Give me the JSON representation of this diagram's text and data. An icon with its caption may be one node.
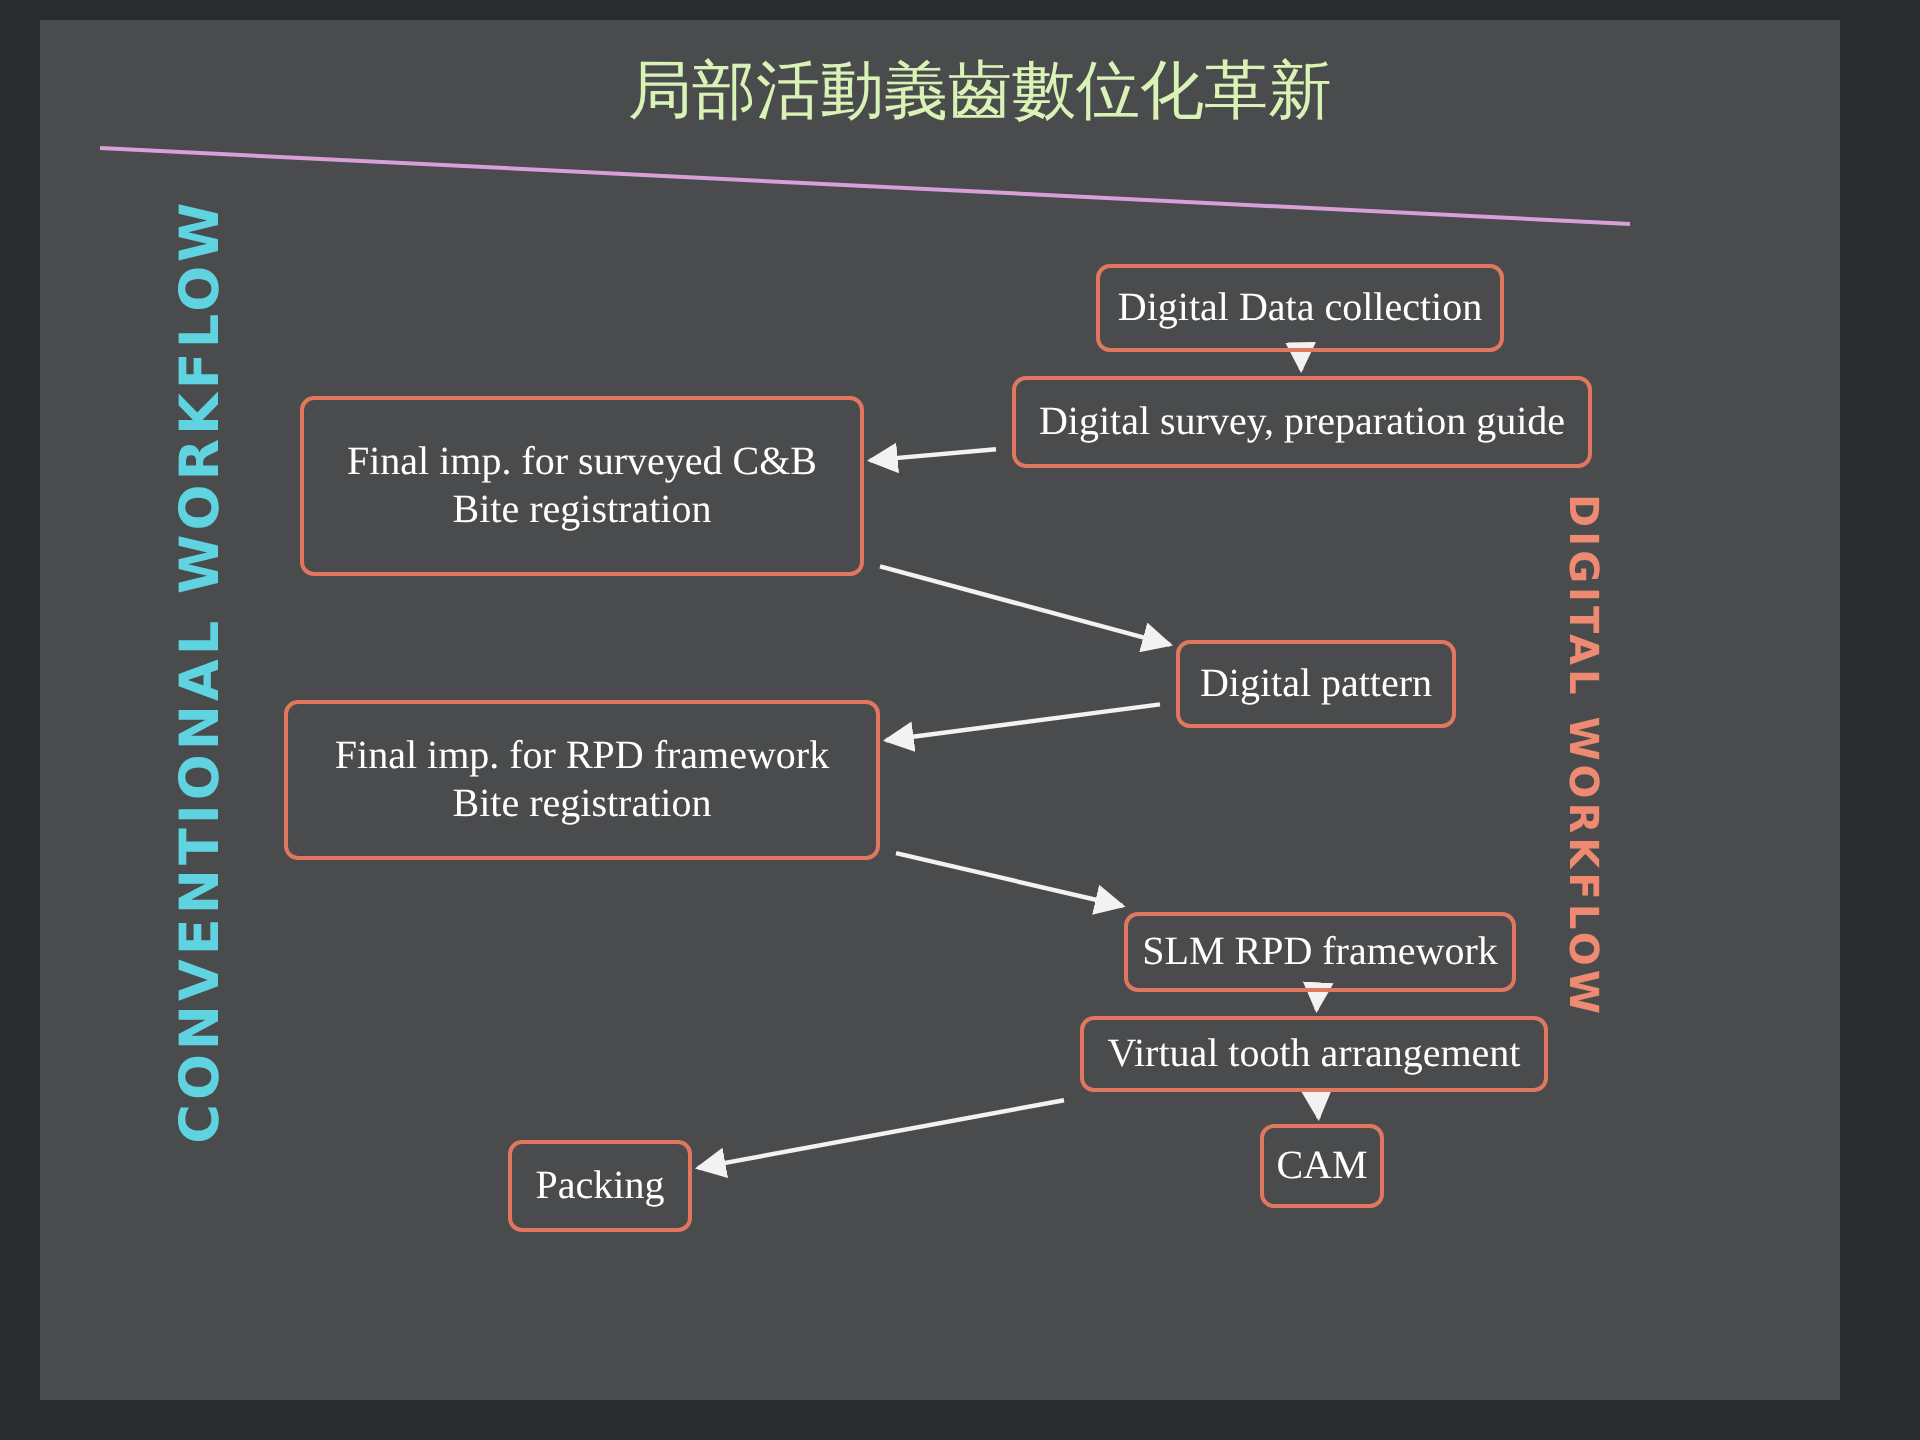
{
  "diagram": {
    "title": "局部活動義齒數位化革新",
    "nodes": [
      {
        "text": [
          "Digital Data collection"
        ]
      },
      {
        "text": [
          "Digital survey, preparation guide"
        ]
      },
      {
        "text": [
          "Final imp. for surveyed C&B",
          "Bite registration"
        ]
      },
      {
        "text": [
          "Digital pattern"
        ]
      },
      {
        "text": [
          "Final imp. for RPD framework",
          "Bite registration"
        ]
      },
      {
        "text": [
          "SLM RPD framework"
        ]
      },
      {
        "text": [
          "Virtual tooth arrangement"
        ]
      },
      {
        "text": [
          "CAM"
        ]
      },
      {
        "text": [
          "Packing"
        ]
      }
    ],
    "edges": [
      {
        "from": 0,
        "to": 1,
        "arrow": "to"
      },
      {
        "from": 1,
        "to": 2,
        "arrow": "to"
      },
      {
        "from": 2,
        "to": 3,
        "arrow": "to"
      },
      {
        "from": 3,
        "to": 4,
        "arrow": "to"
      },
      {
        "from": 4,
        "to": 5,
        "arrow": "to"
      },
      {
        "from": 5,
        "to": 6,
        "arrow": "to"
      },
      {
        "from": 6,
        "to": 7,
        "arrow": "to"
      },
      {
        "from": 6,
        "to": 8,
        "arrow": "to"
      }
    ],
    "labels": [
      "CONVENTIONAL WORKFLOW",
      "DIGITAL WORKFLOW"
    ]
  }
}
